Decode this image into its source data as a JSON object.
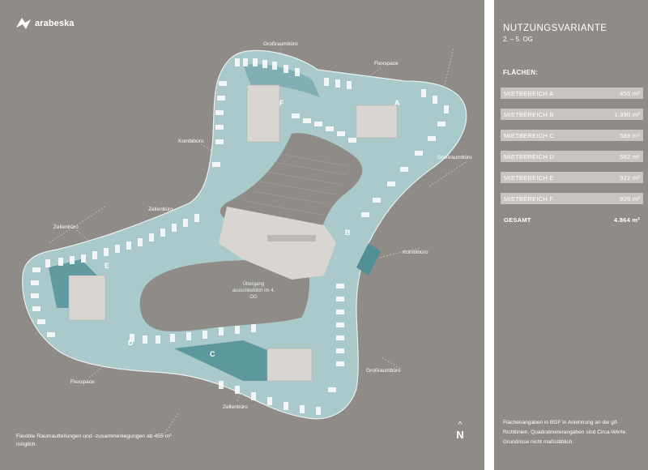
{
  "brand": {
    "name": "arabeska"
  },
  "plan": {
    "labels": {
      "grossraumbuero_top": "Großraumbüro",
      "flexspace_top": "Flexspace",
      "kombibuero_left": "Kombibüro",
      "grossraumbuero_right": "Großraumbüro",
      "zellenbuero_mid": "Zellenbüro",
      "zellenbuero_left": "Zellenbüro",
      "kombibuero_right": "Kombibüro",
      "grossraumbuero_bottom": "Großraumbüro",
      "flexspace_bottom": "Flexspace",
      "zellenbuero_bottom": "Zellenbüro"
    },
    "zones": {
      "a": "A",
      "b": "B",
      "c": "C",
      "d": "D",
      "e": "E",
      "f": "F"
    },
    "center_note": "Übergang ausschließlich im 4. OG",
    "footnote": "Flexible Raumaufteilungen und -zusammenlegungen ab 455 m² möglich.",
    "north_label": "N",
    "colors": {
      "floor": "#a9c9cb",
      "floor_dark": "#4f8f95",
      "void": "#8f8b87",
      "core": "#d9d6d2"
    }
  },
  "panel": {
    "title": "NUTZUNGSVARIANTE",
    "subtitle": "2. – 5. OG",
    "section_heading": "FLÄCHEN:",
    "areas": [
      {
        "label": "MIETBEREICH A",
        "value": "455 m²"
      },
      {
        "label": "MIETBEREICH B",
        "value": "1.390 m²"
      },
      {
        "label": "MIETBEREICH C",
        "value": "589 m²"
      },
      {
        "label": "MIETBEREICH D",
        "value": "582 m²"
      },
      {
        "label": "MIETBEREICH E",
        "value": "922 m²"
      },
      {
        "label": "MIETBEREICH F",
        "value": "926 m²"
      }
    ],
    "total": {
      "label": "GESAMT",
      "value": "4.864 m²"
    },
    "footnote": "Flächenangaben in BGF in Anlehnung an die gif-Richtlinien. Quadratmeterangaben sind Circa-Werte. Grundrisse nicht maßstäblich."
  }
}
